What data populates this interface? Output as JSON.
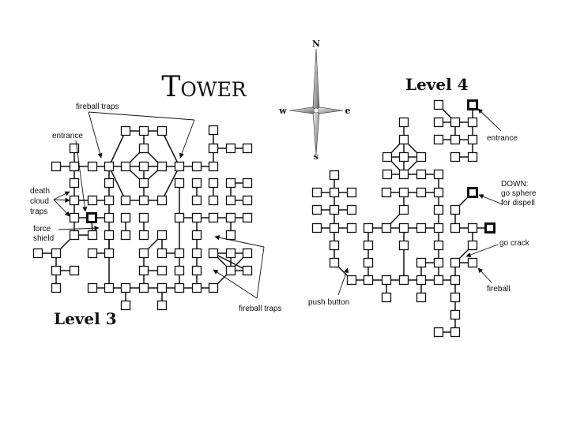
{
  "title": "Tower",
  "compass": {
    "n": "N",
    "e": "e",
    "s": "s",
    "w": "w"
  },
  "levels": [
    {
      "id": "level3",
      "label": "Level 3"
    },
    {
      "id": "level4",
      "label": "Level 4"
    }
  ],
  "labels": {
    "fireball_traps_top": "fireball traps",
    "entrance_l3": "entrance",
    "death_cloud_traps": [
      "death",
      "cloud",
      "traps"
    ],
    "force_shield": [
      "force",
      "shield"
    ],
    "fireball_traps_bottom": "fireball traps",
    "entrance_l4": "entrance",
    "down_note": [
      "DOWN:",
      "go sphere",
      "for dispell"
    ],
    "go_crack": "go crack",
    "fireball_l4": "fireball",
    "push_button": "push button"
  },
  "colors": {
    "ink": "#111111",
    "paper": "#ffffff"
  }
}
